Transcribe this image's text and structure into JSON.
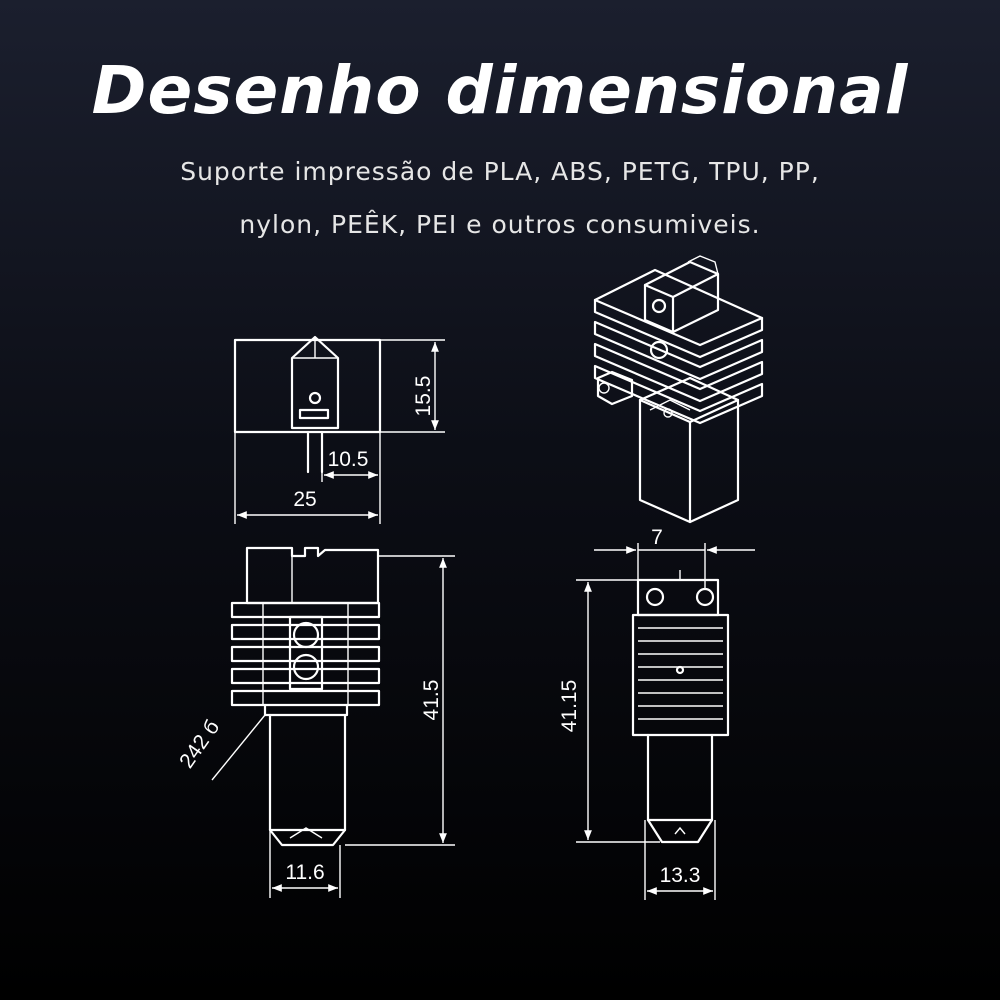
{
  "title": "Desenho dimensional",
  "subtitle_line1": "Suporte impressão de PLA, ABS, PETG, TPU, PP,",
  "subtitle_line2": "nylon, PEÊK, PEI e outros consumiveis.",
  "dimensions": {
    "top_height": "15.5",
    "top_offset": "10.5",
    "top_width": "25",
    "front_height": "41.5",
    "front_nozzle_width": "11.6",
    "front_thread": "242 б",
    "side_hole_spacing": "7",
    "side_height": "41.15",
    "side_nozzle_width": "13.3"
  }
}
